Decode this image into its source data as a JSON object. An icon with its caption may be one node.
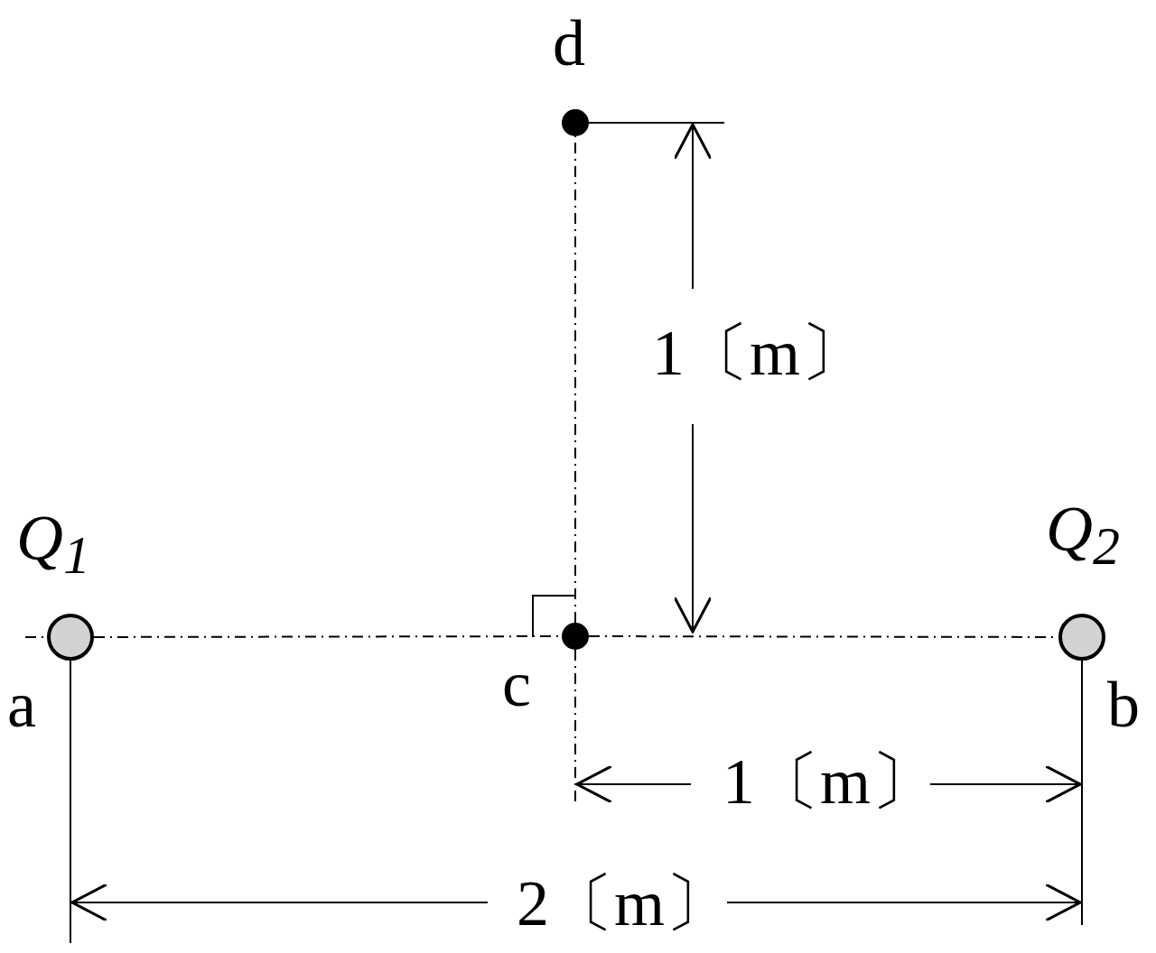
{
  "diagram": {
    "nodes": [
      {
        "text": [],
        "shape": "circle",
        "beside": [
          "d"
        ]
      },
      {
        "text": [],
        "shape": "circle",
        "beside": [
          "Q$_{1}$",
          "a"
        ]
      },
      {
        "text": [],
        "shape": "circle",
        "beside": [
          "c"
        ]
      },
      {
        "text": [],
        "shape": "circle",
        "beside": [
          "Q$_{2}$",
          "b"
        ]
      }
    ],
    "edges": [
      {
        "from": 1,
        "to": 2,
        "arrow": "none",
        "style": "dashed"
      },
      {
        "from": 2,
        "to": 3,
        "arrow": "none",
        "style": "dashed"
      },
      {
        "from": 2,
        "to": 0,
        "arrow": "none",
        "style": "dashed"
      }
    ],
    "labels": [
      "1〔m〕",
      "1〔m〕",
      "2〔m〕"
    ]
  }
}
